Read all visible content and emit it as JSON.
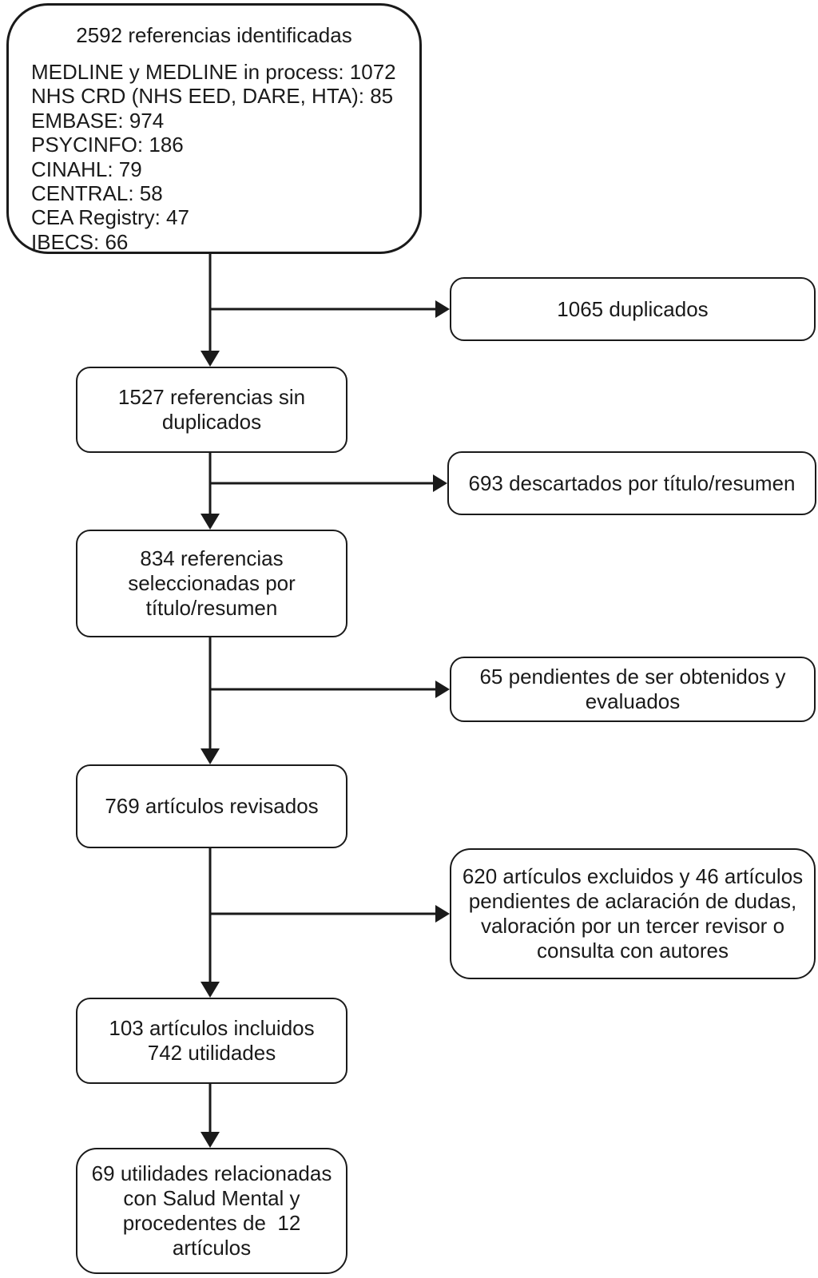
{
  "figure": {
    "identified": {
      "title": "2592 referencias identificadas",
      "sources": [
        "MEDLINE y MEDLINE in process: 1072",
        "NHS CRD (NHS EED, DARE, HTA): 85",
        "EMBASE: 974",
        "PSYCINFO: 186",
        "CINAHL: 79",
        "CENTRAL: 58",
        "CEA Registry: 47",
        "IBECS: 66"
      ]
    },
    "nodes": {
      "duplicates": "1065 duplicados",
      "without_duplicates": "1527 referencias sin\nduplicados",
      "discarded_title_abstract": "693 descartados por título/resumen",
      "selected_title_abstract": "834 referencias\nseleccionadas por\ntítulo/resumen",
      "pending_retrieval": "65 pendientes de ser obtenidos y\nevaluados",
      "articles_reviewed": "769 artículos revisados",
      "articles_excluded": "620 artículos excluidos y 46 artículos\npendientes de aclaración de dudas,\nvaloración por un tercer revisor o\nconsulta con autores",
      "articles_included": "103 artículos incluidos\n742 utilidades",
      "mental_health_utilities": "69 utilidades relacionadas\ncon Salud Mental y\nprocedentes de  12\nartículos"
    },
    "colors": {
      "line": "#1a1a1a",
      "text": "#1a1a1a",
      "box_fill": "#ffffff",
      "background": "#ffffff"
    }
  }
}
